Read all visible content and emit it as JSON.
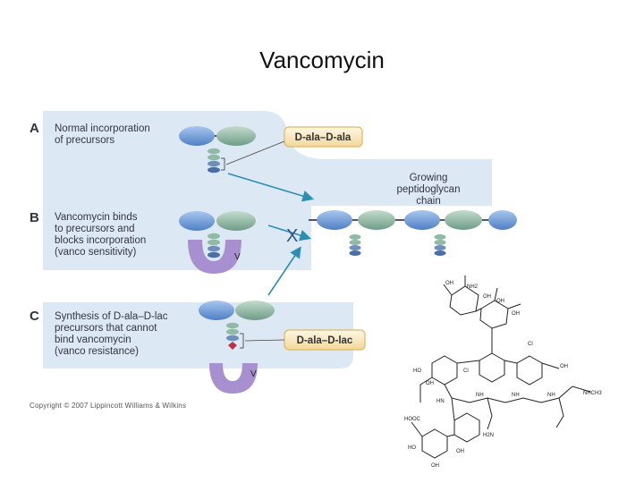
{
  "title": "Vancomycin",
  "panels": [
    {
      "letter": "A",
      "lines": [
        "Normal incorporation",
        "of precursors"
      ]
    },
    {
      "letter": "B",
      "lines": [
        "Vancomycin binds",
        "to precursors and",
        "blocks incorporation",
        "(vanco sensitivity)"
      ]
    },
    {
      "letter": "C",
      "lines": [
        "Synthesis of D-ala–D-lac",
        "precursors that cannot",
        "bind vancomycin",
        "(vanco resistance)"
      ]
    }
  ],
  "tags": {
    "ala_ala": "D-ala–D-ala",
    "ala_lac": "D-ala–D-lac"
  },
  "growing_chain": [
    "Growing",
    "peptidoglycan",
    "chain"
  ],
  "vanco_label": "V",
  "block_mark": "X",
  "copyright": "Copyright © 2007 Lippincott Williams & Wilkins",
  "structure_labels": {
    "nh2_sugar": "NH2",
    "oh": "OH",
    "ho": "HO",
    "cl": "Cl",
    "nh": "NH",
    "hn": "HN",
    "nhch3": "NHCH3",
    "hooc": "HOOC",
    "h2n": "H2N"
  },
  "colors": {
    "panel_bg": "#dce9f5",
    "blue_oval": "#6f9bd8",
    "green_oval": "#8fbaa6",
    "vanco_purple": "#a88fcf",
    "arrow": "#2a8fb0"
  }
}
